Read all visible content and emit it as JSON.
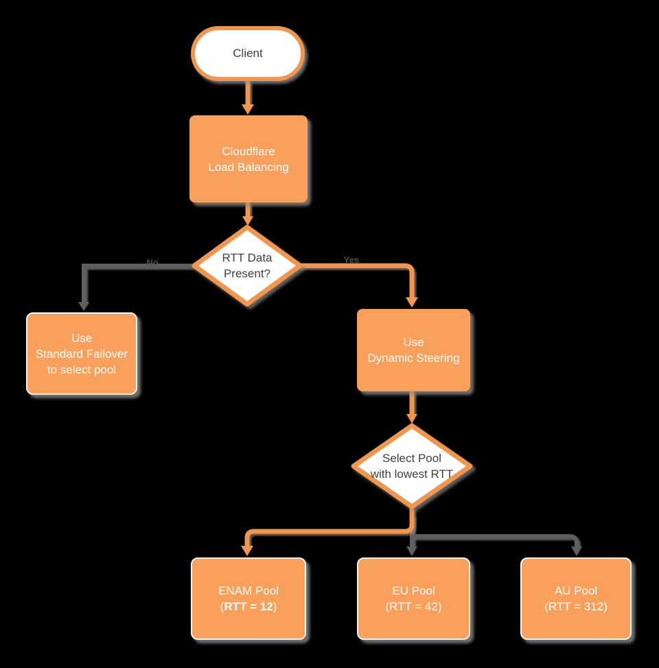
{
  "colors": {
    "background": "#000000",
    "node_fill_orange": "#F9A15C",
    "stroke_orange": "#F0964E",
    "edge_gray": "#5F5F5F",
    "decision_fill": "#FFFFFF",
    "node_text_light": "#FFFFFF",
    "decision_text_dark": "#3F3F3F"
  },
  "nodes": {
    "client": {
      "label": "Client"
    },
    "cloudflare": {
      "line1": "Cloudflare",
      "line2": "Load Balancing"
    },
    "rtt_decision": {
      "line1": "RTT Data",
      "line2": "Present?"
    },
    "failover": {
      "line1": "Use",
      "line2": "Standard Failover",
      "line3": "to select pool"
    },
    "dynamic": {
      "line1": "Use",
      "line2": "Dynamic Steering"
    },
    "select_pool": {
      "line1": "Select Pool",
      "line2": "with lowest RTT"
    },
    "enam": {
      "line1": "ENAM Pool",
      "line2_open": "(",
      "line2_bold": "RTT = 12",
      "line2_close": ")"
    },
    "eu": {
      "line1": "EU Pool",
      "line2": "(RTT = 42)"
    },
    "au": {
      "line1": "AU Pool",
      "line2": "(RTT = 312)"
    }
  },
  "edges": {
    "no_label": "No",
    "yes_label": "Yes"
  }
}
